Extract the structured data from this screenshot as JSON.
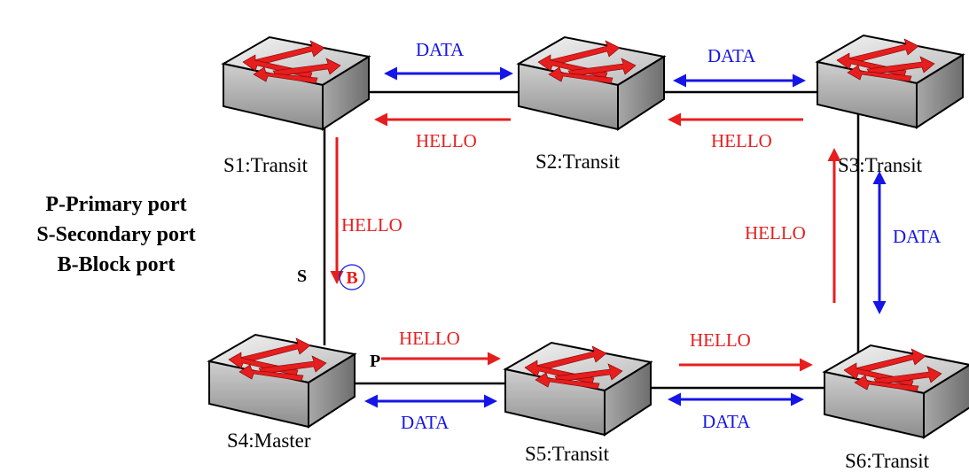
{
  "legend": [
    "P-Primary port",
    "S-Secondary port",
    "B-Block port"
  ],
  "nodes": {
    "s1": "S1:Transit",
    "s2": "S2:Transit",
    "s3": "S3:Transit",
    "s4": "S4:Master",
    "s5": "S5:Transit",
    "s6": "S6:Transit"
  },
  "ports": {
    "secondary": "S",
    "primary": "P",
    "block": "B"
  },
  "flows": {
    "data": "DATA",
    "hello": "HELLO"
  },
  "colors": {
    "data": "#1515e6",
    "hello": "#e61e1e",
    "link": "#000000",
    "switch_body": "#b8b8b8",
    "switch_top": "#e4e4e4"
  }
}
